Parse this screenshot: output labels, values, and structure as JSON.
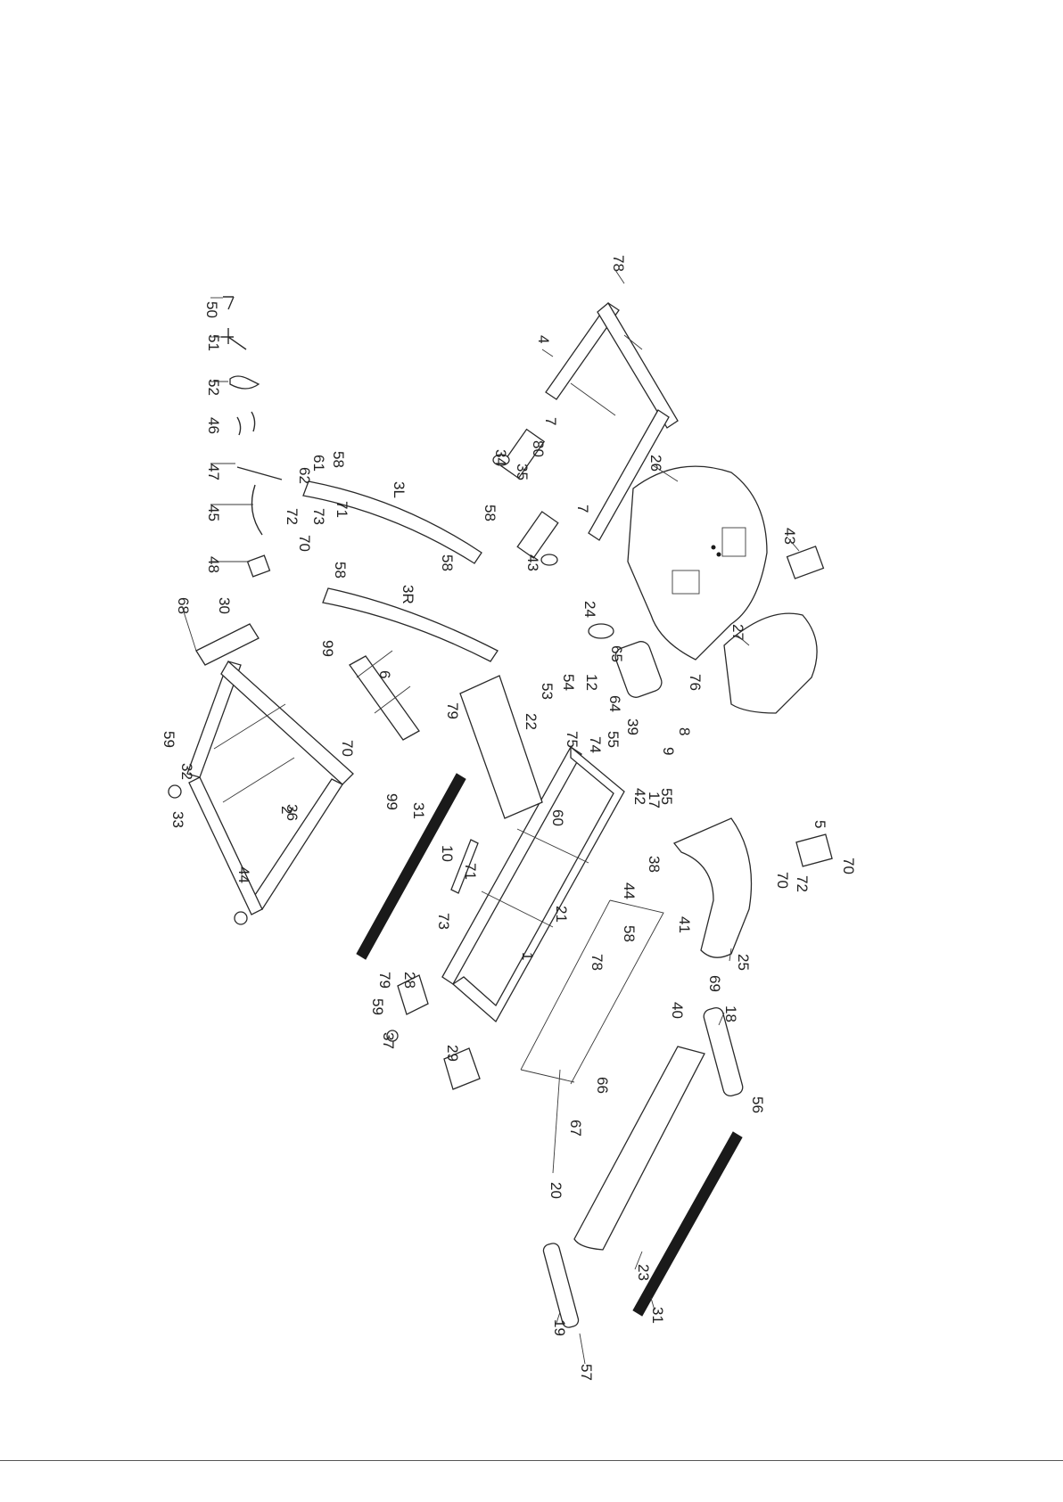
{
  "diagram": {
    "labels": {
      "p1": "1",
      "p2": "2",
      "p3L": "3L",
      "p3R": "3R",
      "p4": "4",
      "p5": "5",
      "p6": "6",
      "p7a": "7",
      "p7b": "7",
      "p8": "8",
      "p9": "9",
      "p10": "10",
      "p12": "12",
      "p17": "17",
      "p18": "18",
      "p19": "19",
      "p20": "20",
      "p21": "21",
      "p22": "22",
      "p23": "23",
      "p24": "24",
      "p25": "25",
      "p26": "26",
      "p27": "27",
      "p28": "28",
      "p29": "29",
      "p30": "30",
      "p31a": "31",
      "p31b": "31",
      "p32": "32",
      "p33": "33",
      "p34": "34",
      "p35": "35",
      "p36": "36",
      "p37": "37",
      "p38": "38",
      "p39": "39",
      "p40": "40",
      "p41": "41",
      "p42": "42",
      "p43a": "43",
      "p43b": "43",
      "p44a": "44",
      "p44b": "44",
      "p45": "45",
      "p46": "46",
      "p47": "47",
      "p48": "48",
      "p50": "50",
      "p51": "51",
      "p52": "52",
      "p53": "53",
      "p54": "54",
      "p55a": "55",
      "p55b": "55",
      "p56": "56",
      "p57": "57",
      "p58a": "58",
      "p58b": "58",
      "p58c": "58",
      "p58d": "58",
      "p58e": "58",
      "p59a": "59",
      "p59b": "59",
      "p60": "60",
      "p61": "61",
      "p62": "62",
      "p64": "64",
      "p65": "65",
      "p66": "66",
      "p67": "67",
      "p68": "68",
      "p69": "69",
      "p70a": "70",
      "p70b": "70",
      "p70c": "70",
      "p70d": "70",
      "p71a": "71",
      "p71b": "71",
      "p72a": "72",
      "p72b": "72",
      "p73a": "73",
      "p73b": "73",
      "p74": "74",
      "p75": "75",
      "p76": "76",
      "p78a": "78",
      "p78b": "78",
      "p79a": "79",
      "p79b": "79",
      "p80": "80",
      "p99a": "99",
      "p99b": "99"
    }
  }
}
